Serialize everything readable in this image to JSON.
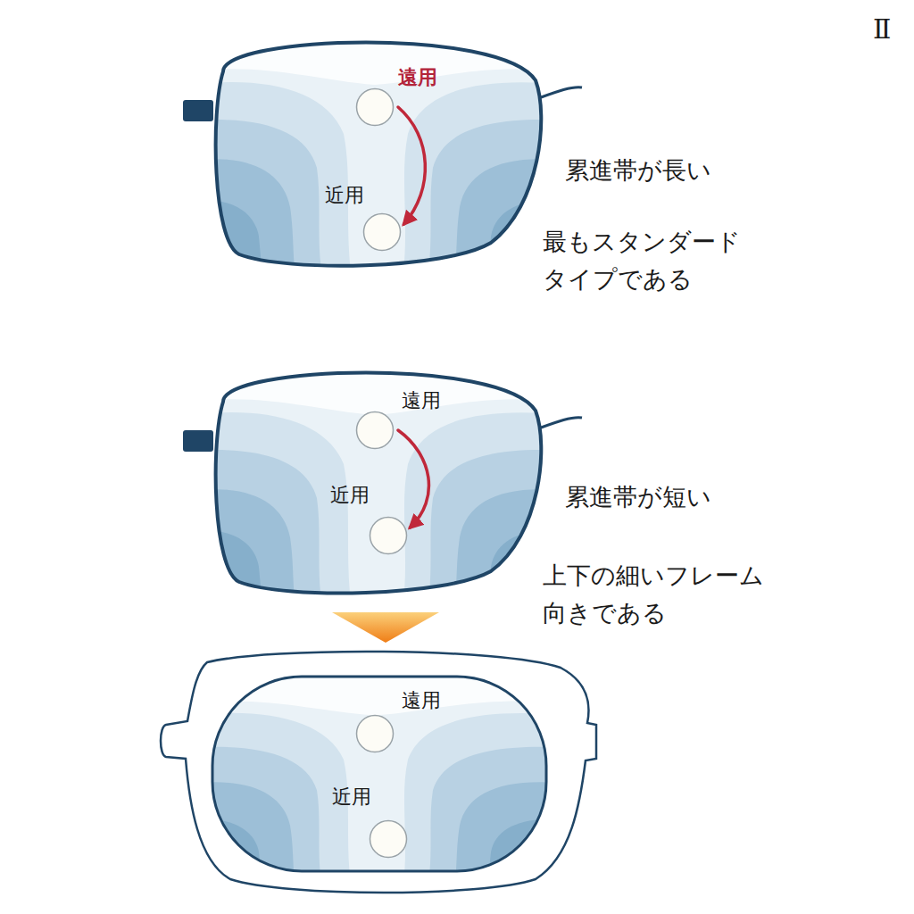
{
  "diagram": {
    "nodes": [
      {
        "text": [
          "遠用"
        ]
      },
      {
        "text": [
          "近用"
        ]
      },
      {
        "text": [
          "遠用"
        ]
      },
      {
        "text": [
          "近用"
        ]
      },
      {
        "text": [
          "遠用"
        ]
      },
      {
        "text": [
          "近用"
        ]
      }
    ],
    "edges": [
      {
        "from": 0,
        "to": 1,
        "arrow": "to"
      },
      {
        "from": 2,
        "to": 3,
        "arrow": "to"
      }
    ],
    "labels": [
      "Ⅱ",
      "累進帯が長い",
      "最もスタンダード タイプである",
      "累進帯が短い",
      "上下の細いフレーム 向きである"
    ]
  }
}
